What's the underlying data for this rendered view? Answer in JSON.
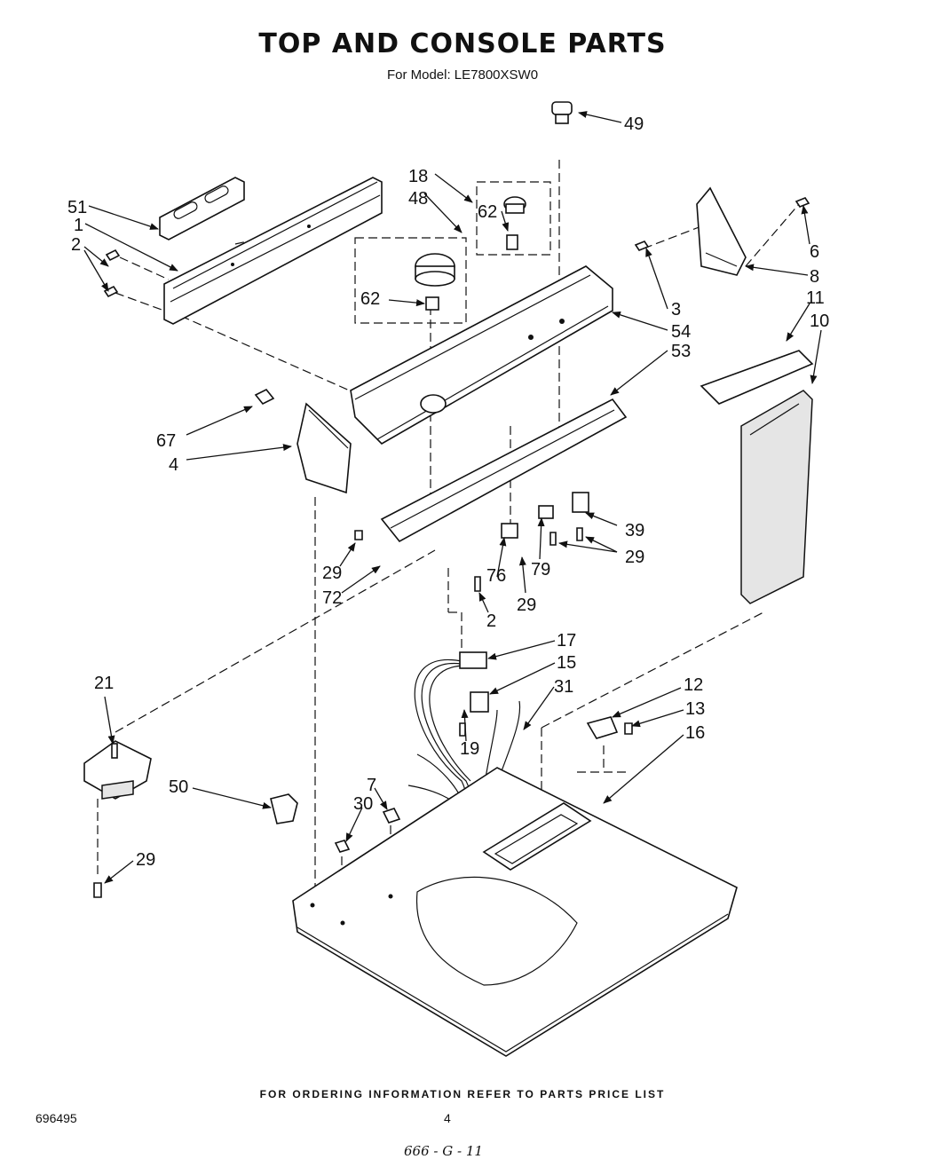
{
  "header": {
    "title": "TOP AND CONSOLE PARTS",
    "subtitle": "For Model: LE7800XSW0"
  },
  "callouts": {
    "c1": "1",
    "c2a": "2",
    "c2b": "2",
    "c3": "3",
    "c4": "4",
    "c6": "6",
    "c7": "7",
    "c8": "8",
    "c10": "10",
    "c11": "11",
    "c12": "12",
    "c13": "13",
    "c15": "15",
    "c16": "16",
    "c17": "17",
    "c18": "18",
    "c19": "19",
    "c21": "21",
    "c29a": "29",
    "c29b": "29",
    "c29c": "29",
    "c29d": "29",
    "c30": "30",
    "c31": "31",
    "c39": "39",
    "c48": "48",
    "c49": "49",
    "c50": "50",
    "c51": "51",
    "c53": "53",
    "c54": "54",
    "c62a": "62",
    "c62b": "62",
    "c67": "67",
    "c72": "72",
    "c76": "76",
    "c79": "79"
  },
  "footer": {
    "ordering_note": "FOR ORDERING INFORMATION REFER TO PARTS PRICE LIST",
    "doc_number": "696495",
    "page_number": "4",
    "handwritten_code": "666 - G - 11"
  }
}
